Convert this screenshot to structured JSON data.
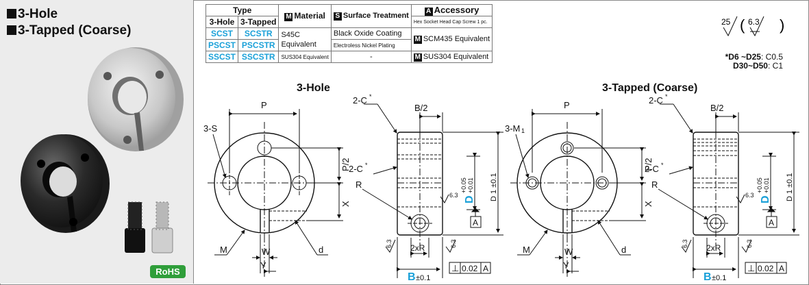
{
  "left_panel": {
    "title_line1": "3-Hole",
    "title_line2": "3-Tapped (Coarse)",
    "rohs_badge": "RoHS"
  },
  "spec_table": {
    "type_header": "Type",
    "col_3hole": "3-Hole",
    "col_3tapped": "3-Tapped",
    "material_icon": "M",
    "material_header": "Material",
    "surface_icon": "S",
    "surface_header": "Surface Treatment",
    "accessory_icon": "A",
    "accessory_header": "Accessory",
    "accessory_sub": "Hex Socket Head Cap Screw 1 pc.",
    "rows": [
      {
        "hole": "SCST",
        "tapped": "SCSTR",
        "material": "S45C",
        "surface": "Black Oxide Coating",
        "accessory": "SCM435 Equivalent"
      },
      {
        "hole": "PSCST",
        "tapped": "PSCSTR",
        "material": "Equivalent",
        "surface": "Electroless Nickel Plating"
      },
      {
        "hole": "SSCST",
        "tapped": "SSCSTR",
        "material": "SUS304 Equivalent",
        "surface": "-",
        "accessory": "SUS304 Equivalent"
      }
    ]
  },
  "roughness_note": {
    "main": "25",
    "paren": "6.3"
  },
  "chamfer_note": {
    "line1_label": "*D6  ~D25",
    "line1_value": ": C0.5",
    "line2_label": "D30~D50",
    "line2_value": ": C1"
  },
  "drawing_3hole": {
    "title": "3-Hole",
    "P": "P",
    "S": "3-S",
    "P2": "P/2",
    "X": "X",
    "M": "M",
    "W": "W",
    "Y": "Y",
    "d": "d",
    "B2": "B/2",
    "C1": "2-C",
    "C2": "2-C",
    "star": "*",
    "R": "R",
    "D": "D",
    "D_tol_upper": "+0.05",
    "D_tol_lower": "+0.01",
    "D1": "D 1 ±0.1",
    "rough": "6.3",
    "datum": "A",
    "tworxr": "2xR",
    "B": "B",
    "B_tol": "±0.1",
    "perp_sym": "⊥",
    "perp_val": "0.02",
    "perp_datum": "A"
  },
  "drawing_3tapped": {
    "title": "3-Tapped (Coarse)",
    "P": "P",
    "M1": "3-M",
    "M1_sub": "1",
    "P2": "P/2",
    "X": "X",
    "M": "M",
    "W": "W",
    "Y": "Y",
    "d": "d",
    "B2": "B/2",
    "C1": "2-C",
    "C2": "2-C",
    "star": "*",
    "R": "R",
    "D": "D",
    "D_tol_upper": "+0.05",
    "D_tol_lower": "+0.01",
    "D1": "D 1 ±0.1",
    "rough": "6.3",
    "datum": "A",
    "tworxr": "2xR",
    "B": "B",
    "B_tol": "±0.1",
    "perp_sym": "⊥",
    "perp_val": "0.02",
    "perp_datum": "A"
  },
  "colors": {
    "accent_blue": "#19a0d8",
    "rohs_green": "#2f9e3a",
    "panel_grey": "#ececec"
  }
}
